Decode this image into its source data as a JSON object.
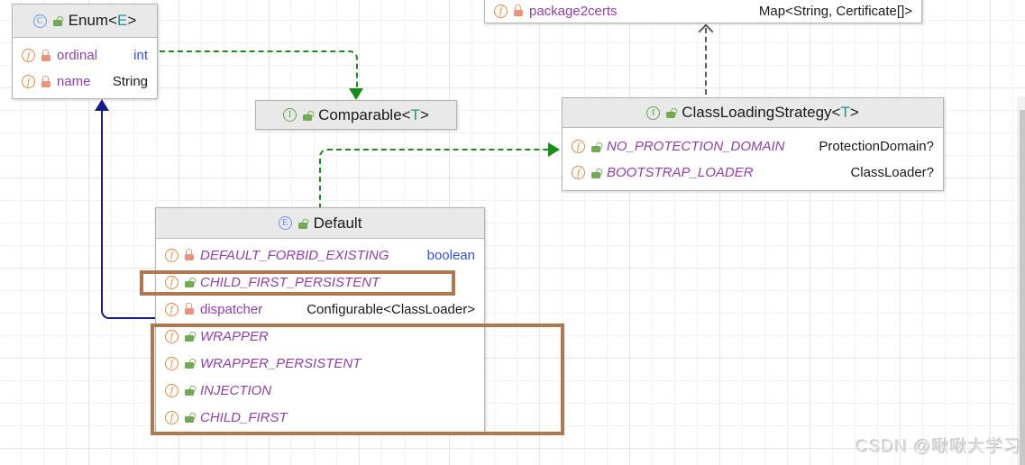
{
  "icons": {
    "class_letter": "C",
    "interface_letter": "I",
    "enum_letter": "E",
    "field_letter": "f"
  },
  "colors": {
    "realization_arrow_green": "#1a8c1a",
    "extends_arrow_navy": "#191990",
    "dependency_arrow_gray": "#5a5a5a",
    "highlight_brown": "#b1774f",
    "field_name_purple": "#8f3fa6",
    "keyword_blue": "#3050e0",
    "type_param_teal": "#2a8f8f",
    "header_gray": "#e9e9e9"
  },
  "boxes": {
    "enum": {
      "title_pre": "Enum<",
      "type_param": "E",
      "title_post": ">",
      "fields": [
        {
          "name": "ordinal",
          "type": "int"
        },
        {
          "name": "name",
          "type": "String"
        }
      ]
    },
    "package2certs": {
      "fields": [
        {
          "name": "package2certs",
          "type": "Map<String, Certificate[]>"
        }
      ]
    },
    "comparable": {
      "title_pre": "Comparable<",
      "type_param": "T",
      "title_post": ">"
    },
    "class_loading_strategy": {
      "title_pre": "ClassLoadingStrategy<",
      "type_param": "T",
      "title_post": ">",
      "fields": [
        {
          "name": "NO_PROTECTION_DOMAIN",
          "type": "ProtectionDomain?"
        },
        {
          "name": "BOOTSTRAP_LOADER",
          "type": "ClassLoader?"
        }
      ]
    },
    "default": {
      "title": "Default",
      "fields": [
        {
          "name": "DEFAULT_FORBID_EXISTING",
          "type": "boolean"
        },
        {
          "name": "CHILD_FIRST_PERSISTENT",
          "type": ""
        },
        {
          "name": "dispatcher",
          "type": "Configurable<ClassLoader>"
        },
        {
          "name": "WRAPPER"
        },
        {
          "name": "WRAPPER_PERSISTENT"
        },
        {
          "name": "INJECTION"
        },
        {
          "name": "CHILD_FIRST"
        }
      ]
    }
  },
  "watermark": "CSDN @啾啾大学习"
}
